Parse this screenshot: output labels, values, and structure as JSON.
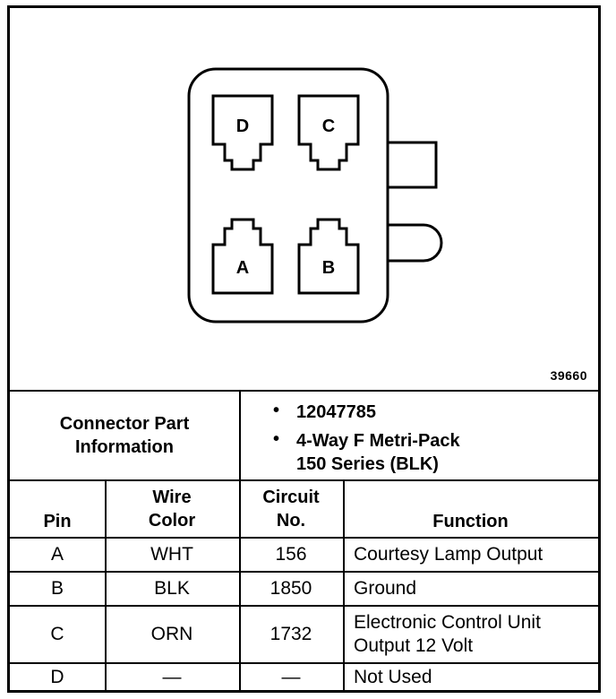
{
  "diagram": {
    "id": "39660",
    "cavities": [
      {
        "pin": "D"
      },
      {
        "pin": "C"
      },
      {
        "pin": "A"
      },
      {
        "pin": "B"
      }
    ]
  },
  "connector_info": {
    "label_line1": "Connector Part",
    "label_line2": "Information",
    "part_number": "12047785",
    "description_line1": "4-Way F Metri-Pack",
    "description_line2": "150 Series (BLK)"
  },
  "table": {
    "headers": {
      "pin": "Pin",
      "wire_color_line1": "Wire",
      "wire_color_line2": "Color",
      "circuit_line1": "Circuit",
      "circuit_line2": "No.",
      "function": "Function"
    },
    "rows": [
      {
        "pin": "A",
        "wire_color": "WHT",
        "circuit": "156",
        "function_line1": "Courtesy Lamp Output",
        "function_line2": ""
      },
      {
        "pin": "B",
        "wire_color": "BLK",
        "circuit": "1850",
        "function_line1": "Ground",
        "function_line2": ""
      },
      {
        "pin": "C",
        "wire_color": "ORN",
        "circuit": "1732",
        "function_line1": "Electronic Control Unit",
        "function_line2": "Output 12 Volt"
      },
      {
        "pin": "D",
        "wire_color": "—",
        "circuit": "—",
        "function_line1": "Not Used",
        "function_line2": ""
      }
    ]
  }
}
